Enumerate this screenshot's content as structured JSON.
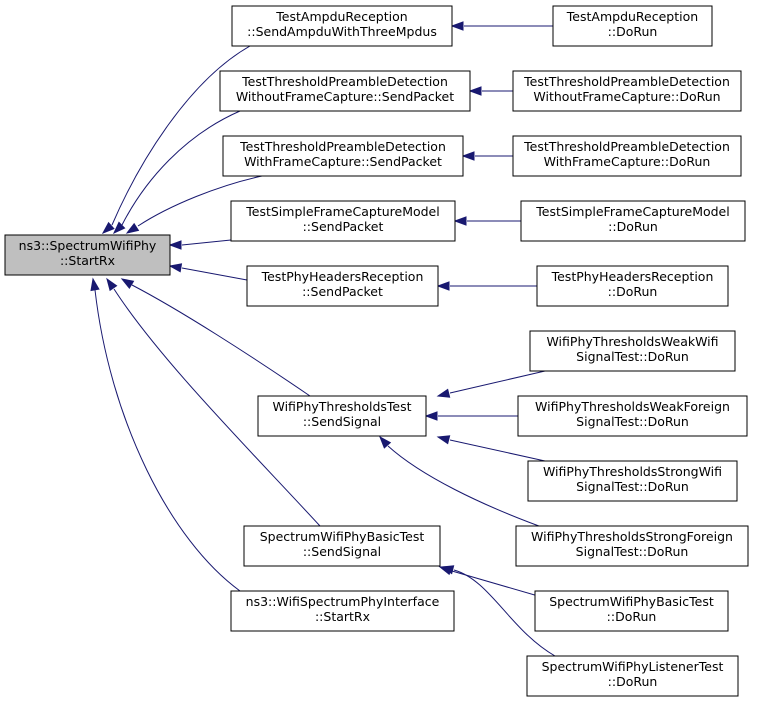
{
  "graph": {
    "title": "",
    "colors": {
      "root_fill": "#bfbfbf",
      "node_fill": "#ffffff",
      "edge": "#191970",
      "border": "#000000"
    },
    "nodes": {
      "root": [
        "ns3::SpectrumWifiPhy",
        "::StartRx"
      ],
      "ampdu_send": [
        "TestAmpduReception",
        "::SendAmpduWithThreeMpdus"
      ],
      "ampdu_run": [
        "TestAmpduReception",
        "::DoRun"
      ],
      "thr_nofc_send": [
        "TestThresholdPreambleDetection",
        "WithoutFrameCapture::SendPacket"
      ],
      "thr_nofc_run": [
        "TestThresholdPreambleDetection",
        "WithoutFrameCapture::DoRun"
      ],
      "thr_fc_send": [
        "TestThresholdPreambleDetection",
        "WithFrameCapture::SendPacket"
      ],
      "thr_fc_run": [
        "TestThresholdPreambleDetection",
        "WithFrameCapture::DoRun"
      ],
      "sfc_send": [
        "TestSimpleFrameCaptureModel",
        "::SendPacket"
      ],
      "sfc_run": [
        "TestSimpleFrameCaptureModel",
        "::DoRun"
      ],
      "phyh_send": [
        "TestPhyHeadersReception",
        "::SendPacket"
      ],
      "phyh_run": [
        "TestPhyHeadersReception",
        "::DoRun"
      ],
      "wpt_send": [
        "WifiPhyThresholdsTest",
        "::SendSignal"
      ],
      "wpt_weakwifi": [
        "WifiPhyThresholdsWeakWifi",
        "SignalTest::DoRun"
      ],
      "wpt_weakforeign": [
        "WifiPhyThresholdsWeakForeign",
        "SignalTest::DoRun"
      ],
      "wpt_strongwifi": [
        "WifiPhyThresholdsStrongWifi",
        "SignalTest::DoRun"
      ],
      "wpt_strongforeign": [
        "WifiPhyThresholdsStrongForeign",
        "SignalTest::DoRun"
      ],
      "swpb_send": [
        "SpectrumWifiPhyBasicTest",
        "::SendSignal"
      ],
      "swpb_run": [
        "SpectrumWifiPhyBasicTest",
        "::DoRun"
      ],
      "swpl_run": [
        "SpectrumWifiPhyListenerTest",
        "::DoRun"
      ],
      "wspi": [
        "ns3::WifiSpectrumPhyInterface",
        "::StartRx"
      ]
    }
  }
}
